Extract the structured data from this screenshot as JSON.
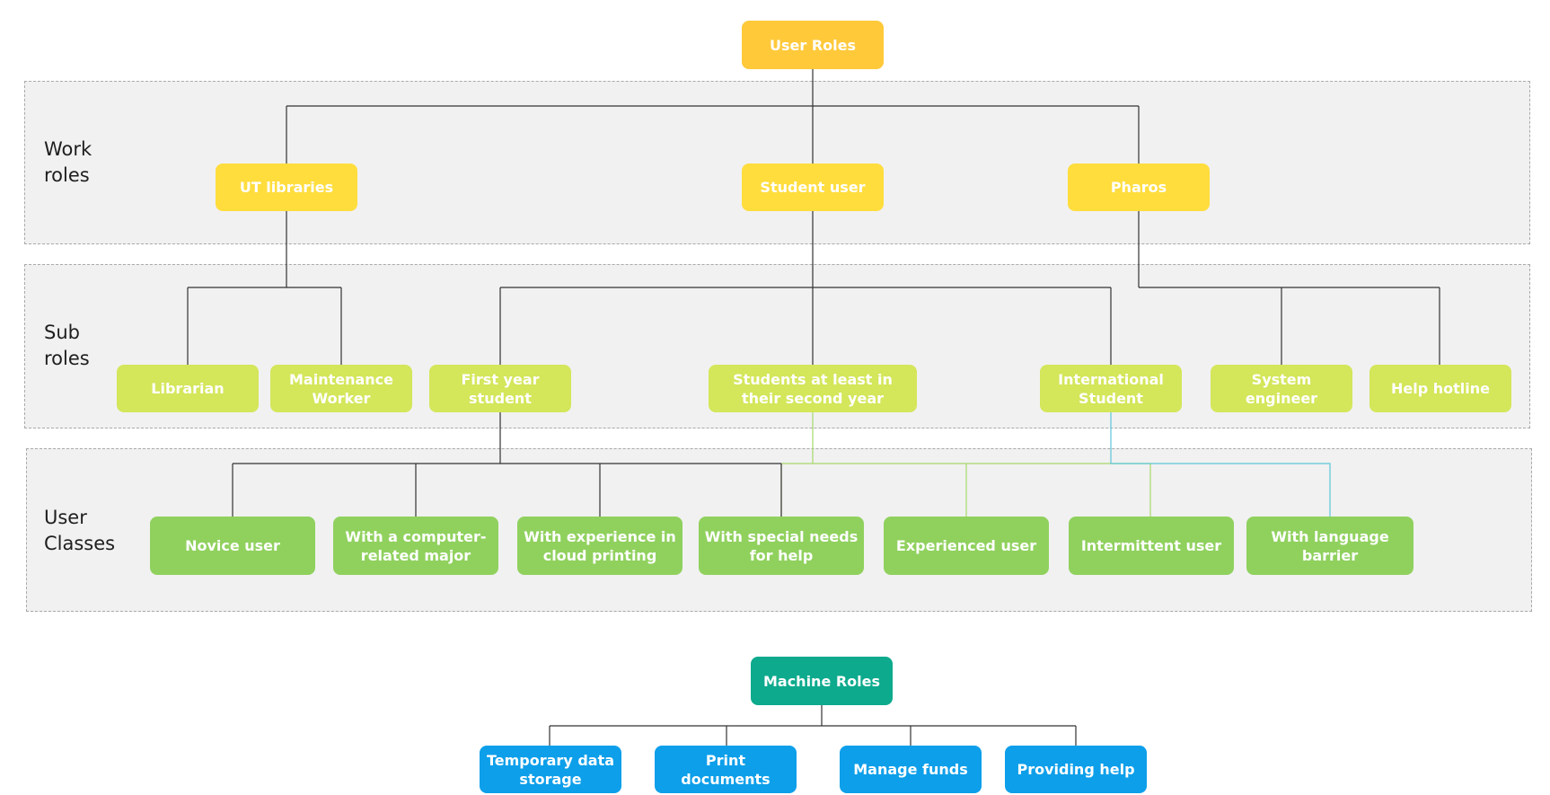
{
  "bands": {
    "work_roles": "Work\nroles",
    "sub_roles": "Sub\nroles",
    "user_classes": "User\nClasses"
  },
  "user_tree": {
    "root": "User Roles",
    "work_roles": {
      "ut_libraries": "UT libraries",
      "student_user": "Student user",
      "pharos": "Pharos"
    },
    "sub_roles": {
      "librarian": "Librarian",
      "maintenance_worker": "Maintenance Worker",
      "first_year_student": "First year student",
      "students_second_year": "Students at least in their second year",
      "international_student": "International Student",
      "system_engineer": "System engineer",
      "help_hotline": "Help hotline"
    },
    "user_classes": {
      "novice_user": "Novice user",
      "computer_major": "With a computer-related major",
      "cloud_printing": "With experience in cloud printing",
      "special_needs": "With special needs for help",
      "experienced_user": "Experienced user",
      "intermittent_user": "Intermittent user",
      "language_barrier": "With language barrier"
    }
  },
  "machine_tree": {
    "root": "Machine Roles",
    "items": {
      "temporary_storage": "Temporary data storage",
      "print_documents": "Print documents",
      "manage_funds": "Manage funds",
      "providing_help": "Providing help"
    }
  },
  "colors": {
    "root": "#ffc93a",
    "work_role": "#ffdd3d",
    "sub_role": "#d4e65a",
    "user_class": "#90d15e",
    "machine_root": "#0daa8d",
    "machine_item": "#0d9fea",
    "connector": "#333333",
    "connector_green": "#a6d86b",
    "connector_teal": "#5cc6d8"
  }
}
